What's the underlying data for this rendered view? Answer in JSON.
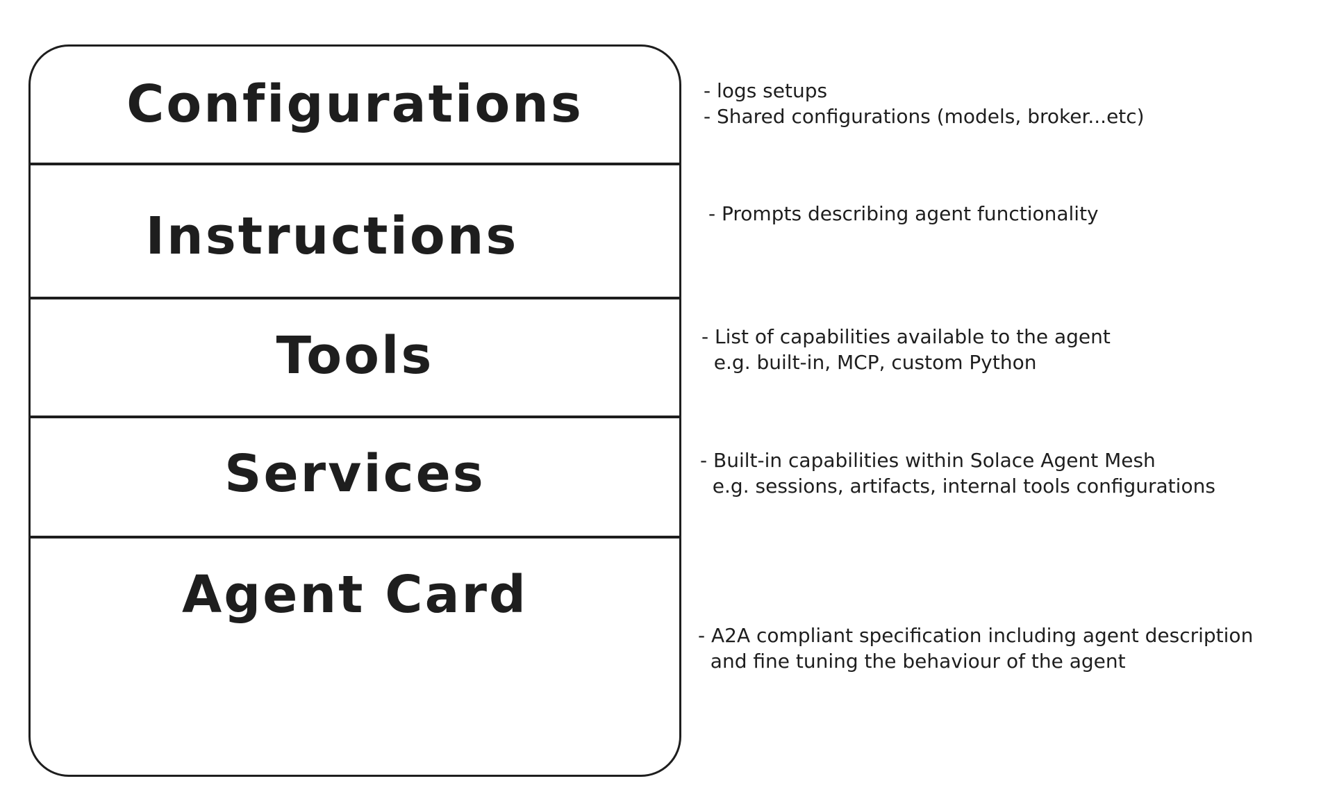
{
  "layers": [
    {
      "title": "Configurations",
      "notes": [
        "- logs setups",
        "- Shared configurations (models, broker...etc)"
      ]
    },
    {
      "title": "Instructions",
      "notes": [
        "- Prompts describing agent functionality"
      ]
    },
    {
      "title": "Tools",
      "notes": [
        "- List of capabilities available to the agent",
        "  e.g. built-in, MCP, custom Python"
      ]
    },
    {
      "title": "Services",
      "notes": [
        "- Built-in capabilities within Solace Agent Mesh",
        "  e.g. sessions, artifacts, internal tools configurations"
      ]
    },
    {
      "title": "Agent Card",
      "notes": [
        "- A2A compliant specification including agent description",
        "  and fine tuning the behaviour of the agent"
      ]
    }
  ]
}
